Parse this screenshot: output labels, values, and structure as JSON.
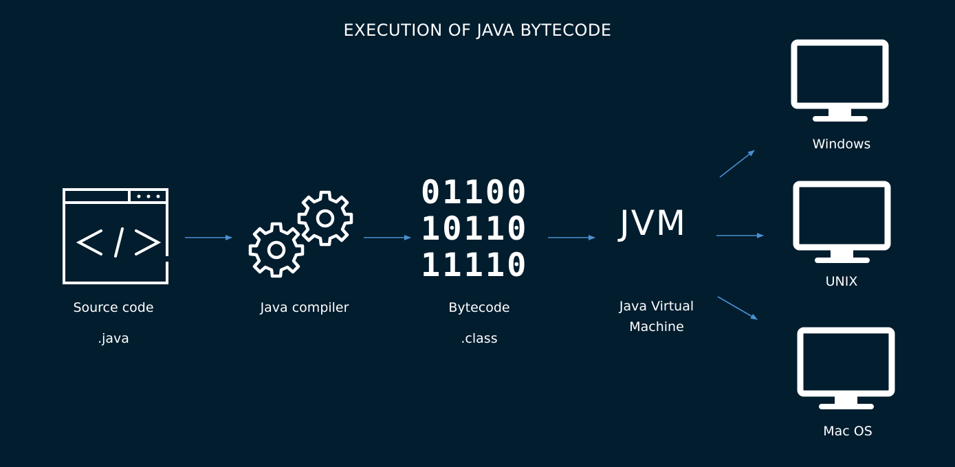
{
  "title": "EXECUTION OF JAVA BYTECODE",
  "colors": {
    "background": "#021d2e",
    "foreground": "#ffffff",
    "arrow": "#4a90d0"
  },
  "nodes": {
    "source": {
      "icon": "code-window-icon",
      "label": "Source code",
      "sublabel": ".java"
    },
    "compiler": {
      "icon": "gears-icon",
      "label": "Java compiler"
    },
    "bytecode": {
      "icon": "binary-icon",
      "rows": [
        "01100",
        "10110",
        "11110"
      ],
      "label": "Bytecode",
      "sublabel": ".class"
    },
    "jvm": {
      "text": "JVM",
      "label_line1": "Java Virtual",
      "label_line2": "Machine"
    },
    "platforms": [
      {
        "icon": "monitor-icon",
        "label": "Windows"
      },
      {
        "icon": "monitor-icon",
        "label": "UNIX"
      },
      {
        "icon": "monitor-icon",
        "label": "Mac OS"
      }
    ]
  }
}
